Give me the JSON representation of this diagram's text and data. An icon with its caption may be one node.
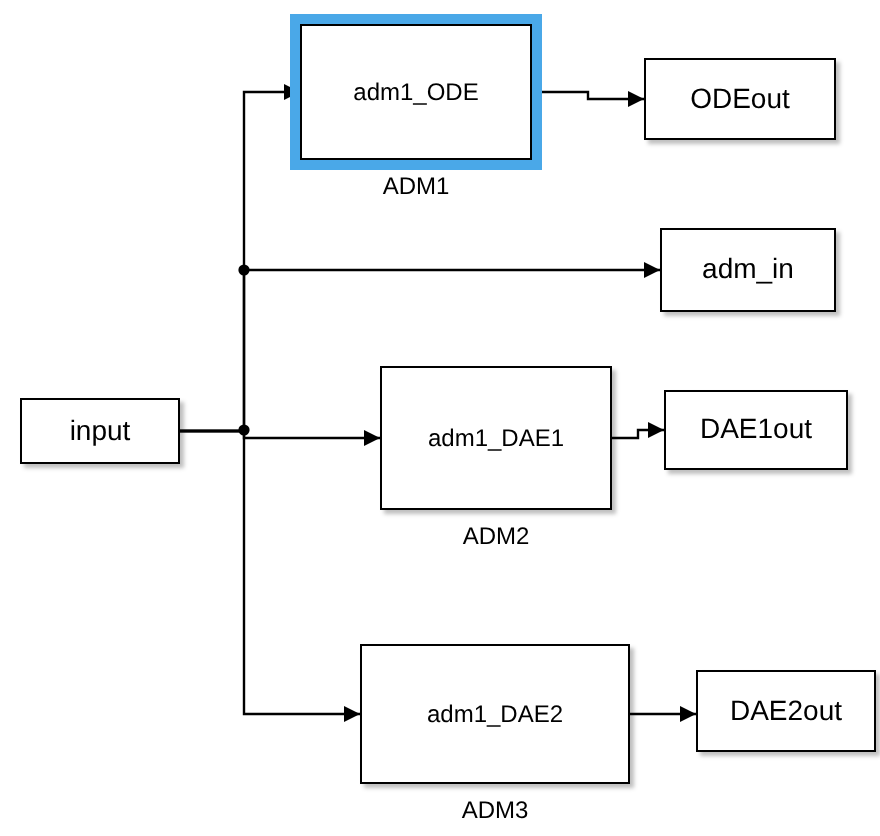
{
  "diagram": {
    "nodes": [
      {
        "text": [
          "input"
        ]
      },
      {
        "text": [
          "adm1_ODE"
        ],
        "beside": [
          "ADM1"
        ]
      },
      {
        "text": [
          "ODEout"
        ]
      },
      {
        "text": [
          "adm_in"
        ]
      },
      {
        "text": [
          "adm1_DAE1"
        ],
        "beside": [
          "ADM2"
        ]
      },
      {
        "text": [
          "DAE1out"
        ]
      },
      {
        "text": [
          "adm1_DAE2"
        ],
        "beside": [
          "ADM3"
        ]
      },
      {
        "text": [
          "DAE2out"
        ]
      }
    ],
    "edges": [
      {
        "from": 0,
        "to": 1,
        "arrow": "to"
      },
      {
        "from": 0,
        "to": 3,
        "arrow": "to"
      },
      {
        "from": 0,
        "to": 4,
        "arrow": "to"
      },
      {
        "from": 0,
        "to": 6,
        "arrow": "to"
      },
      {
        "from": 1,
        "to": 2,
        "arrow": "to"
      },
      {
        "from": 4,
        "to": 5,
        "arrow": "to"
      },
      {
        "from": 6,
        "to": 7,
        "arrow": "to"
      }
    ]
  }
}
